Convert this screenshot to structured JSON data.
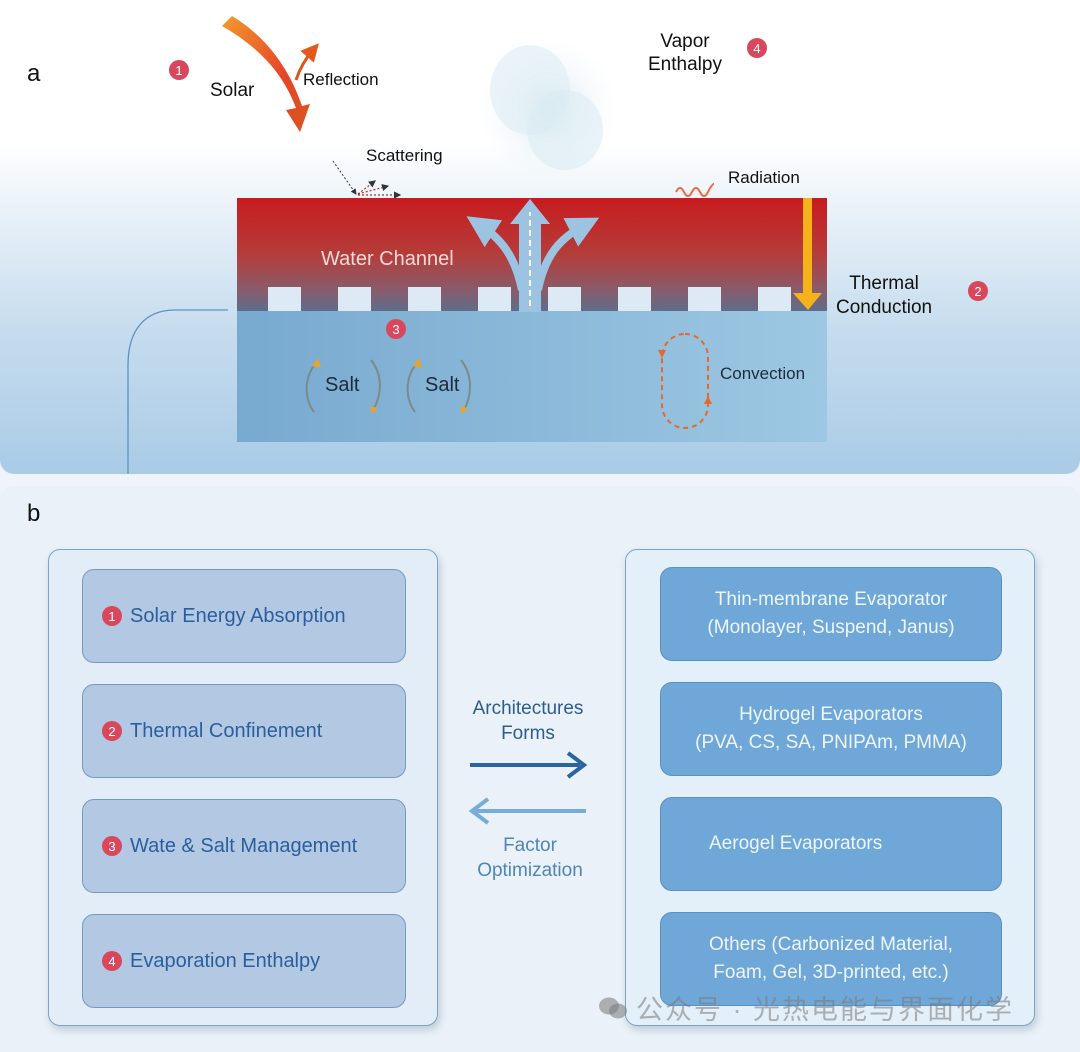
{
  "panel_a": {
    "letter": "a",
    "solar": {
      "label": "Solar",
      "badge": "1"
    },
    "reflection": "Reflection",
    "scattering": "Scattering",
    "vapor": {
      "line1": "Vapor",
      "line2": "Enthalpy",
      "badge": "4"
    },
    "radiation": "Radiation",
    "thermal": {
      "line1": "Thermal",
      "line2": "Conduction",
      "badge": "2"
    },
    "water_channel": "Water Channel",
    "salt_badge": "3",
    "salt_labels": [
      "Salt",
      "Salt"
    ],
    "convection": "Convection"
  },
  "panel_b": {
    "letter": "b",
    "factors": [
      {
        "badge": "1",
        "label": "Solar Energy Absorption"
      },
      {
        "badge": "2",
        "label": "Thermal Confinement"
      },
      {
        "badge": "3",
        "label": "Wate & Salt Management"
      },
      {
        "badge": "4",
        "label": "Evaporation Enthalpy"
      }
    ],
    "forward": {
      "line1": "Architectures",
      "line2": "Forms"
    },
    "backward": {
      "line1": "Factor",
      "line2": "Optimization"
    },
    "architectures": [
      {
        "line1": "Thin-membrane Evaporator",
        "line2": "(Monolayer, Suspend, Janus)"
      },
      {
        "line1": "Hydrogel Evaporators",
        "line2": "(PVA, CS, SA, PNIPAm, PMMA)"
      },
      {
        "line1": "Aerogel Evaporators",
        "line2": ""
      },
      {
        "line1": "Others (Carbonized Material,",
        "line2": "Foam, Gel, 3D-printed, etc.)"
      }
    ]
  },
  "watermark": "公众号 · 光热电能与界面化学",
  "colors": {
    "badge": "#d9475d",
    "hot_top": "#c81b1e",
    "water": "#78a9cf",
    "conduction_arrow": "#f6b21b",
    "factor_text": "#2a5e9c",
    "arch_box": "#6fa8d8"
  }
}
